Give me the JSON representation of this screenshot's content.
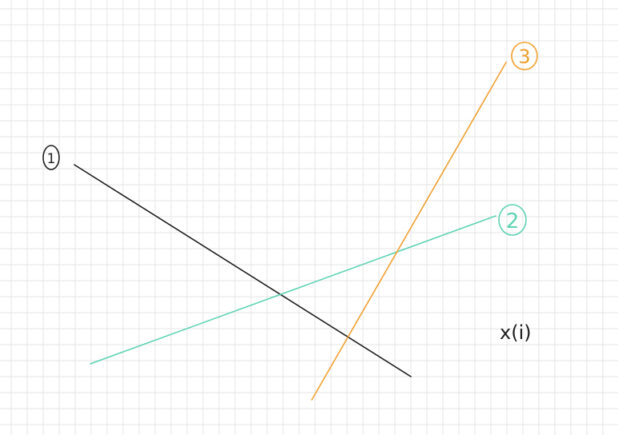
{
  "canvas": {
    "background": "#ffffff",
    "grid_color": "#e6e6e6"
  },
  "lines": [
    {
      "id": "line-1",
      "label": "1",
      "color": "#1e1e1e"
    },
    {
      "id": "line-2",
      "label": "2",
      "color": "#5fd3b4"
    },
    {
      "id": "line-3",
      "label": "3",
      "color": "#f0a030"
    }
  ],
  "annotation": {
    "text": "x(i)"
  }
}
